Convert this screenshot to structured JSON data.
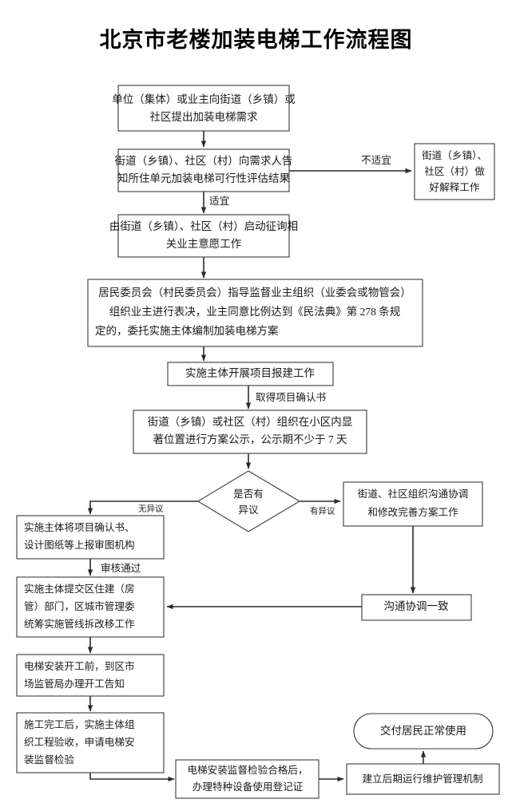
{
  "title": "北京市老楼加装电梯工作流程图",
  "diagram": {
    "type": "flowchart",
    "orientation": "top-to-bottom",
    "nodes": [
      {
        "id": "n1",
        "shape": "rect",
        "lines": [
          "单位（集体）或业主向街道（乡镇）或",
          "社区提出加装电梯需求"
        ]
      },
      {
        "id": "n2",
        "shape": "rect",
        "lines": [
          "街道（乡镇）、社区（村）向需求人告",
          "知所住单元加装电梯可行性评估结果"
        ]
      },
      {
        "id": "n2r",
        "shape": "rect",
        "lines": [
          "街道（乡镇）、",
          "社区（村）做",
          "好解释工作"
        ]
      },
      {
        "id": "n3",
        "shape": "rect",
        "lines": [
          "由街道（乡镇）、社区（村）启动征询相",
          "关业主意愿工作"
        ]
      },
      {
        "id": "n4",
        "shape": "rect",
        "lines": [
          "居民委员会（村民委员会）指导监督业主组织（业委会或物管会）",
          "组织业主进行表决，业主同意比例达到《民法典》第 278 条规",
          "定的，委托实施主体编制加装电梯方案"
        ]
      },
      {
        "id": "n5",
        "shape": "rect",
        "lines": [
          "实施主体开展项目报建工作"
        ]
      },
      {
        "id": "n6",
        "shape": "rect",
        "lines": [
          "街道（乡镇）或社区（村）组织在小区内显",
          "著位置进行方案公示，公示期不少于 7 天"
        ]
      },
      {
        "id": "d1",
        "shape": "diamond",
        "lines": [
          "是否有",
          "异议"
        ]
      },
      {
        "id": "n7r",
        "shape": "rect",
        "lines": [
          "街道、社区组织沟通协调",
          "和修改完善方案工作"
        ]
      },
      {
        "id": "n8r",
        "shape": "rect",
        "lines": [
          "沟通协调一致"
        ]
      },
      {
        "id": "n7",
        "shape": "rect",
        "lines": [
          "实施主体将项目确认书、",
          "设计图纸等上报审图机构"
        ]
      },
      {
        "id": "n8",
        "shape": "rect",
        "lines": [
          "实施主体提交区住建（房",
          "管）部门，区城市管理委",
          "统筹实施管线拆改移工作"
        ]
      },
      {
        "id": "n9",
        "shape": "rect",
        "lines": [
          "电梯安装开工前，到区市",
          "场监管局办理开工告知"
        ]
      },
      {
        "id": "n10",
        "shape": "rect",
        "lines": [
          "施工完工后，实施主体组",
          "织工程验收，申请电梯安",
          "装监督检验"
        ]
      },
      {
        "id": "n11",
        "shape": "rect",
        "lines": [
          "电梯安装监督检验合格后，",
          "办理特种设备使用登记证"
        ]
      },
      {
        "id": "n12",
        "shape": "rect",
        "lines": [
          "建立后期运行维护管理机制"
        ]
      },
      {
        "id": "n13",
        "shape": "terminator",
        "lines": [
          "交付居民正常使用"
        ]
      }
    ],
    "edge_labels": {
      "not_suitable": "不适宜",
      "suitable": "适宜",
      "project_confirmation": "取得项目确认书",
      "no_objection": "无异议",
      "has_objection": "有异议",
      "review_passed": "审核通过"
    }
  },
  "colors": {
    "background": "#ffffff",
    "stroke": "#3b3b3b",
    "arrow": "#2b2b2b",
    "text": "#1a1a1a"
  }
}
